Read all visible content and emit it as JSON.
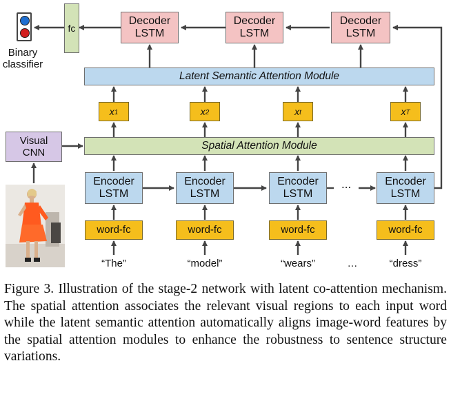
{
  "decoders": [
    {
      "line1": "Decoder",
      "line2": "LSTM"
    },
    {
      "line1": "Decoder",
      "line2": "LSTM"
    },
    {
      "line1": "Decoder",
      "line2": "LSTM"
    }
  ],
  "latent_module": "Latent Semantic Attention Module",
  "spatial_module": "Spatial Attention Module",
  "x_labels": [
    {
      "base": "x",
      "sub": "1"
    },
    {
      "base": "x",
      "sub": "2"
    },
    {
      "base": "x",
      "sub": "t"
    },
    {
      "base": "x",
      "sub": "T"
    }
  ],
  "encoders": [
    {
      "line1": "Encoder",
      "line2": "LSTM"
    },
    {
      "line1": "Encoder",
      "line2": "LSTM"
    },
    {
      "line1": "Encoder",
      "line2": "LSTM"
    },
    {
      "line1": "Encoder",
      "line2": "LSTM"
    }
  ],
  "word_fc_label": "word-fc",
  "words": [
    "“The”",
    "“model”",
    "“wears”",
    "“dress”"
  ],
  "ellipsis": "...",
  "word_ellipsis": "…",
  "visual_cnn": {
    "line1": "Visual",
    "line2": "CNN"
  },
  "fc_label": "fc",
  "binary_classifier": {
    "line1": "Binary",
    "line2": "classifier"
  },
  "caption": "Figure 3. Illustration of the stage-2 network with latent co-attention mechanism. The spatial attention associates the relevant visual regions to each input word while the latent semantic attention automatically aligns image-word features by the spatial attention modules to enhance the robustness to sentence structure variations.",
  "colors": {
    "decoder": "#f4c3c3",
    "encoder": "#bcd8ee",
    "word_fc": "#f5be1c",
    "spatial": "#d3e3b7",
    "visual_cnn": "#d6c7e6",
    "arrow": "#444444",
    "classifier_blue": "#1f6fd1",
    "classifier_red": "#d42020"
  }
}
